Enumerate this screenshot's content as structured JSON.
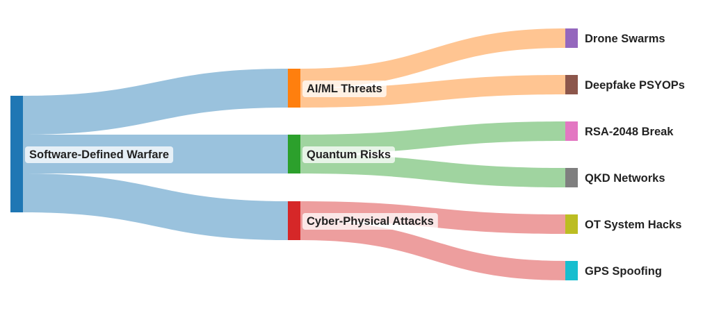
{
  "chart_data": {
    "type": "sankey",
    "title": "",
    "nodes": [
      {
        "label": "Software-Defined Warfare",
        "color": "#1f77b4"
      },
      {
        "label": "AI/ML Threats",
        "color": "#ff7f0e"
      },
      {
        "label": "Quantum Risks",
        "color": "#2ca02c"
      },
      {
        "label": "Cyber-Physical Attacks",
        "color": "#d62728"
      },
      {
        "label": "Drone Swarms",
        "color": "#9467bd"
      },
      {
        "label": "Deepfake PSYOPs",
        "color": "#8c564b"
      },
      {
        "label": "RSA-2048 Break",
        "color": "#e377c2"
      },
      {
        "label": "QKD Networks",
        "color": "#7f7f7f"
      },
      {
        "label": "OT System Hacks",
        "color": "#bcbd22"
      },
      {
        "label": "GPS Spoofing",
        "color": "#17becf"
      }
    ],
    "links": [
      {
        "source": 0,
        "target": 1,
        "value": 2
      },
      {
        "source": 0,
        "target": 2,
        "value": 2
      },
      {
        "source": 0,
        "target": 3,
        "value": 2
      },
      {
        "source": 1,
        "target": 4,
        "value": 1
      },
      {
        "source": 1,
        "target": 5,
        "value": 1
      },
      {
        "source": 2,
        "target": 6,
        "value": 1
      },
      {
        "source": 2,
        "target": 7,
        "value": 1
      },
      {
        "source": 3,
        "target": 8,
        "value": 1
      },
      {
        "source": 3,
        "target": 9,
        "value": 1
      }
    ]
  }
}
